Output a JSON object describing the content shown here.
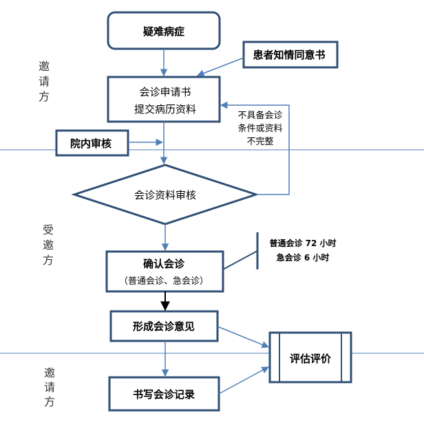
{
  "nodes": {
    "difficult_case": "疑难病症",
    "consent": "患者知情同意书",
    "application_l1": "会诊申请书",
    "application_l2": "提交病历资料",
    "internal_review": "院内审核",
    "material_review": "会诊资料审核",
    "confirm_l1": "确认会诊",
    "confirm_l2": "（普通会诊、急会诊）",
    "form_opinion": "形成会诊意见",
    "evaluate": "评估评价",
    "write_record": "书写会诊记录"
  },
  "annotations": {
    "not_qualified_l1": "不具备会诊",
    "not_qualified_l2": "条件或资料",
    "not_qualified_l3": "不完整",
    "time_l1": "普通会诊 72 小时",
    "time_l2": "急会诊 6 小时"
  },
  "lanes": {
    "inviter_top": [
      "邀",
      "请",
      "方"
    ],
    "invitee": [
      "受",
      "邀",
      "方"
    ],
    "inviter_bottom": [
      "邀",
      "请",
      "方"
    ]
  },
  "colors": {
    "border": "#2f4f75",
    "arrow": "#4f7fb8",
    "lane_line": "#4f7fb8"
  }
}
